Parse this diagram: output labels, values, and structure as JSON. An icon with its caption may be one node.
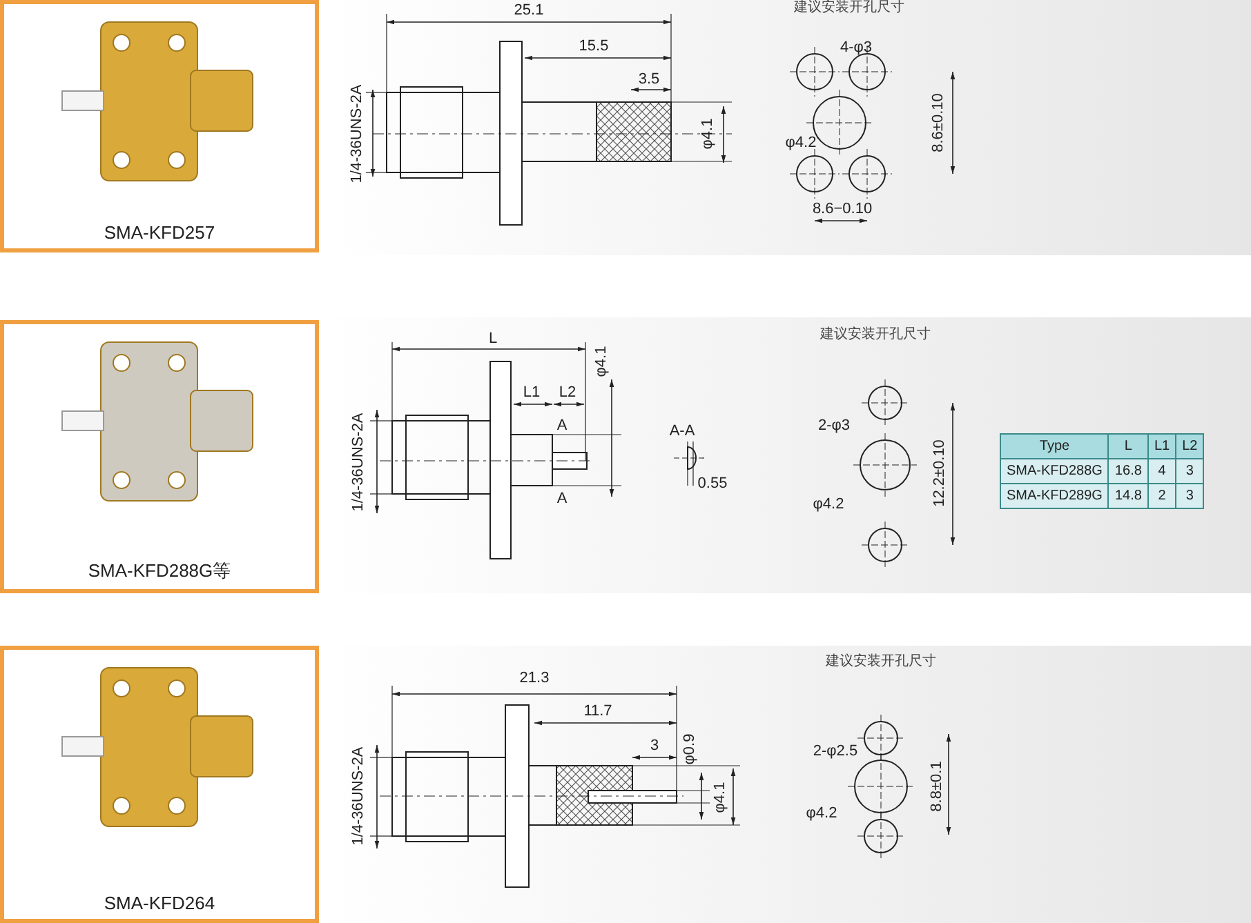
{
  "diagram": {
    "nodes": [
      {
        "text": [
          "SMA-KFD257"
        ]
      },
      {
        "text": [
          "SMA-KFD288G等"
        ]
      },
      {
        "text": [
          "SMA-KFD264"
        ]
      }
    ],
    "labels": [
      "25.1",
      "15.5",
      "3.5",
      "1/4-36UNS-2A",
      "φ4.1",
      "建议安装开孔尺寸",
      "4-φ3",
      "φ4.2",
      "8.6±0.10",
      "8.6−0.10",
      "L",
      "L1",
      "L2",
      "φ4.1",
      "A",
      "A",
      "1/4-36UNS-2A",
      "A-A",
      "0.55",
      "建议安装开孔尺寸",
      "2-φ3",
      "φ4.2",
      "12.2±0.10",
      "Type",
      "L",
      "L1",
      "L2",
      "SMA-KFD288G",
      "16.8",
      "4",
      "3",
      "SMA-KFD289G",
      "14.8",
      "2",
      "3",
      "建议安装开孔尺寸",
      "21.3",
      "11.7",
      "3",
      "φ0.9",
      "φ4.1",
      "1/4-36UNS-2A",
      "2-φ2.5",
      "φ4.2",
      "8.8±0.1"
    ]
  }
}
